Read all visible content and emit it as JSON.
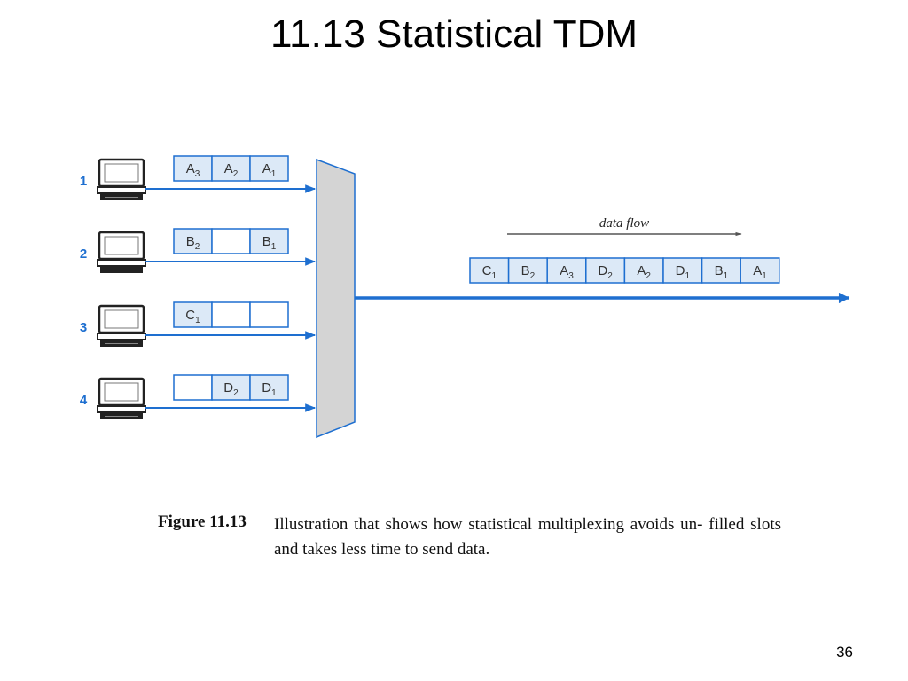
{
  "slide": {
    "title": "11.13  Statistical TDM",
    "page_number": "36"
  },
  "diagram": {
    "stations": [
      {
        "number": "1",
        "slots": [
          {
            "letter": "A",
            "sub": "3"
          },
          {
            "letter": "A",
            "sub": "2"
          },
          {
            "letter": "A",
            "sub": "1"
          }
        ]
      },
      {
        "number": "2",
        "slots": [
          {
            "letter": "B",
            "sub": "2"
          },
          {
            "letter": "",
            "sub": ""
          },
          {
            "letter": "B",
            "sub": "1"
          }
        ]
      },
      {
        "number": "3",
        "slots": [
          {
            "letter": "C",
            "sub": "1"
          },
          {
            "letter": "",
            "sub": ""
          },
          {
            "letter": "",
            "sub": ""
          }
        ]
      },
      {
        "number": "4",
        "slots": [
          {
            "letter": "",
            "sub": ""
          },
          {
            "letter": "D",
            "sub": "2"
          },
          {
            "letter": "D",
            "sub": "1"
          }
        ]
      }
    ],
    "output_slots": [
      {
        "letter": "C",
        "sub": "1"
      },
      {
        "letter": "B",
        "sub": "2"
      },
      {
        "letter": "A",
        "sub": "3"
      },
      {
        "letter": "D",
        "sub": "2"
      },
      {
        "letter": "A",
        "sub": "2"
      },
      {
        "letter": "D",
        "sub": "1"
      },
      {
        "letter": "B",
        "sub": "1"
      },
      {
        "letter": "A",
        "sub": "1"
      }
    ],
    "flow_label": "data flow",
    "colors": {
      "accent": "#1e6fd0",
      "slot_fill": "#dce9f7",
      "mux_fill": "#d4d4d4"
    },
    "icons": {
      "station": "computer-terminal-icon"
    }
  },
  "caption": {
    "label": "Figure 11.13",
    "text": "Illustration that shows how statistical multiplexing avoids un- filled slots and takes less time to send data."
  }
}
